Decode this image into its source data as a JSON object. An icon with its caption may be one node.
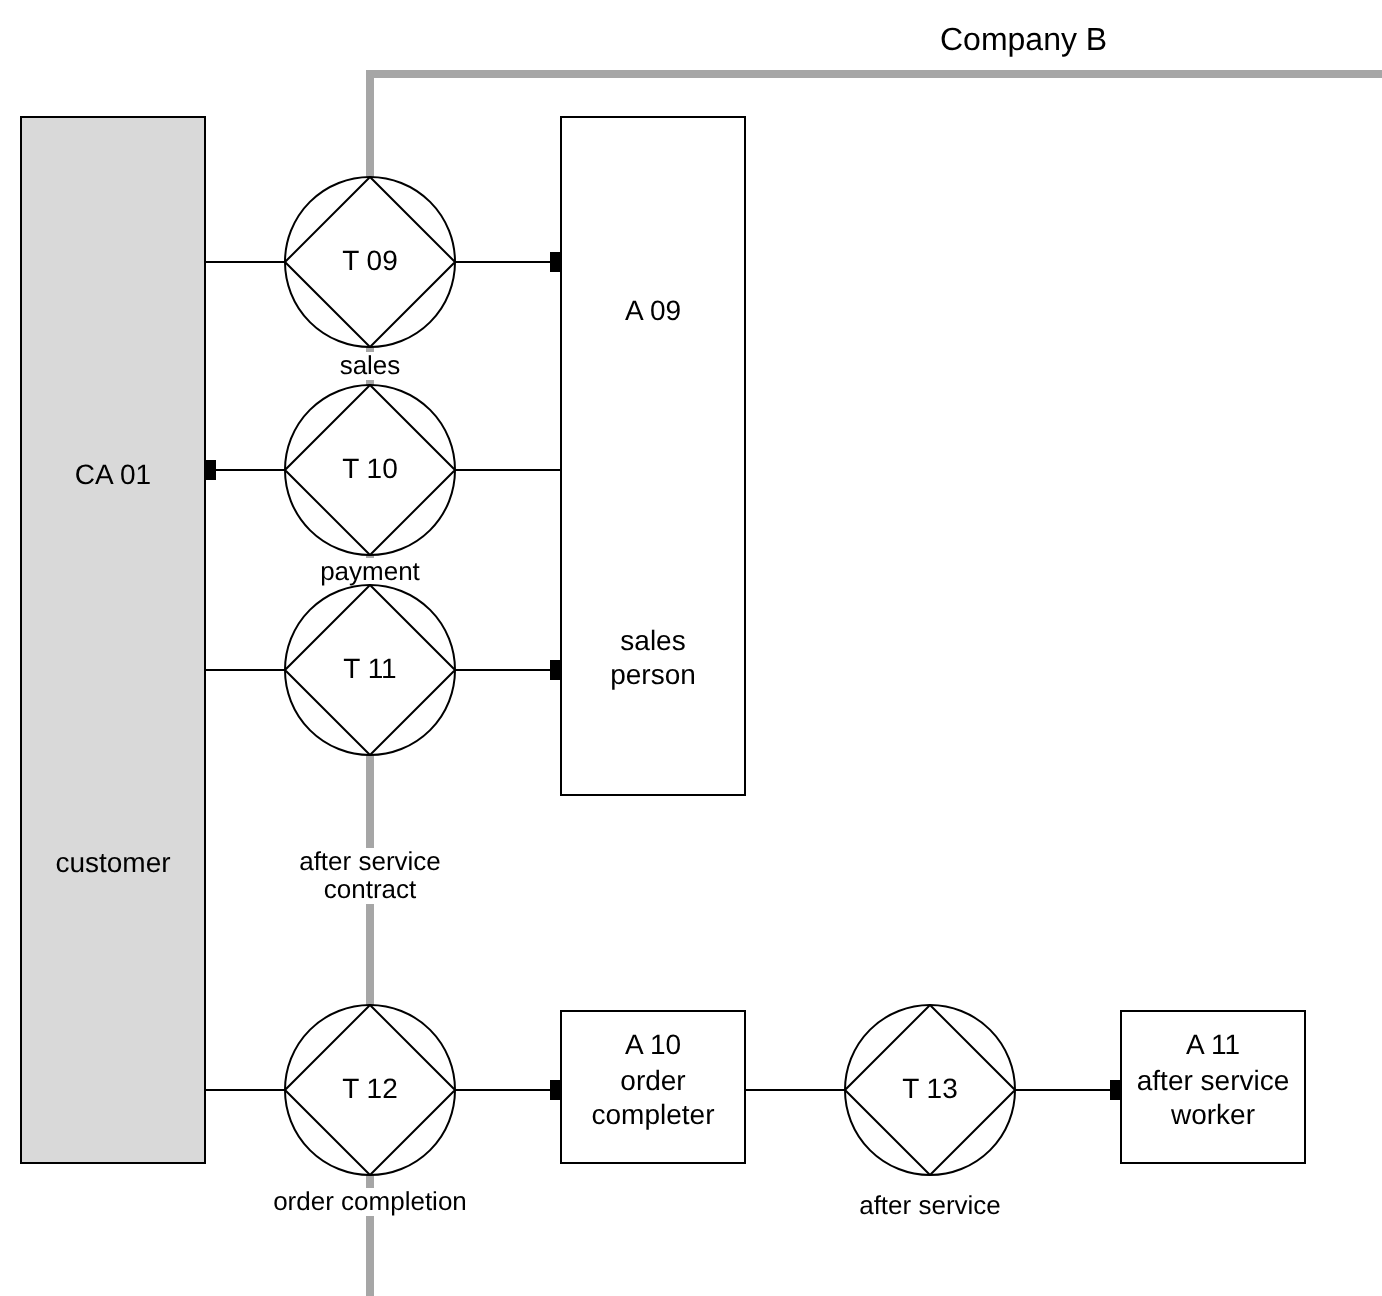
{
  "diagram": {
    "nodes": [
      {
        "text": [
          "CA 01",
          "customer"
        ]
      },
      {
        "text": [
          "T 09"
        ],
        "beside": [
          "sales"
        ]
      },
      {
        "text": [
          "A 09",
          "sales person"
        ]
      },
      {
        "text": [
          "T 10"
        ],
        "beside": [
          "payment"
        ]
      },
      {
        "text": [
          "T 11"
        ],
        "beside": [
          "after service contract"
        ]
      },
      {
        "text": [
          "T 12"
        ],
        "beside": [
          "order completion"
        ]
      },
      {
        "text": [
          "A 10",
          "order completer"
        ]
      },
      {
        "text": [
          "T 13"
        ],
        "beside": [
          "after service"
        ]
      },
      {
        "text": [
          "A 11",
          "after service worker"
        ]
      }
    ],
    "edges": [
      {
        "from": 0,
        "to": 1,
        "arrow": "none"
      },
      {
        "from": 1,
        "to": 2,
        "arrow": "other"
      },
      {
        "from": 3,
        "to": 0,
        "arrow": "other"
      },
      {
        "from": 3,
        "to": 2,
        "arrow": "none"
      },
      {
        "from": 0,
        "to": 4,
        "arrow": "none"
      },
      {
        "from": 4,
        "to": 2,
        "arrow": "other"
      },
      {
        "from": 0,
        "to": 5,
        "arrow": "none"
      },
      {
        "from": 5,
        "to": 6,
        "arrow": "other"
      },
      {
        "from": 6,
        "to": 7,
        "arrow": "none"
      },
      {
        "from": 7,
        "to": 8,
        "arrow": "other"
      }
    ],
    "labels": [
      "Company B"
    ]
  }
}
